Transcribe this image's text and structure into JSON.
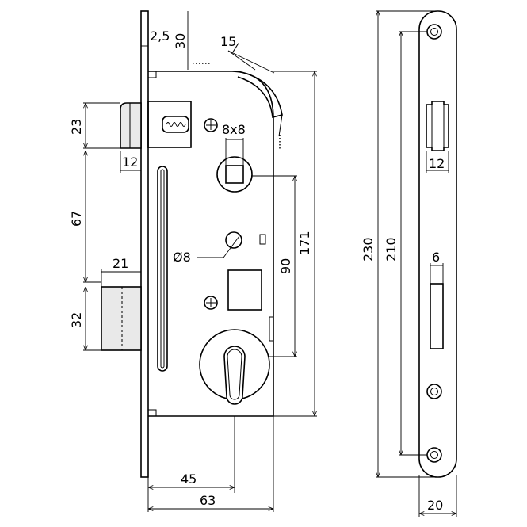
{
  "dimensions": {
    "faceplate_thickness": "2,5",
    "top_offset": "30",
    "angle": "15",
    "latch_height": "23",
    "latch_projection": "12",
    "spindle_square": "8x8",
    "latch_to_lever": "67",
    "bolt_projection": "21",
    "bolt_height": "32",
    "hole_diameter": "Ø8",
    "spindle_to_cylinder": "90",
    "case_height": "171",
    "backset": "45",
    "case_depth": "63",
    "faceplate_height": "230",
    "faceplate_hole_spacing": "210",
    "latch_slot_width": "12",
    "bolt_slot_width": "6",
    "faceplate_width": "20"
  }
}
